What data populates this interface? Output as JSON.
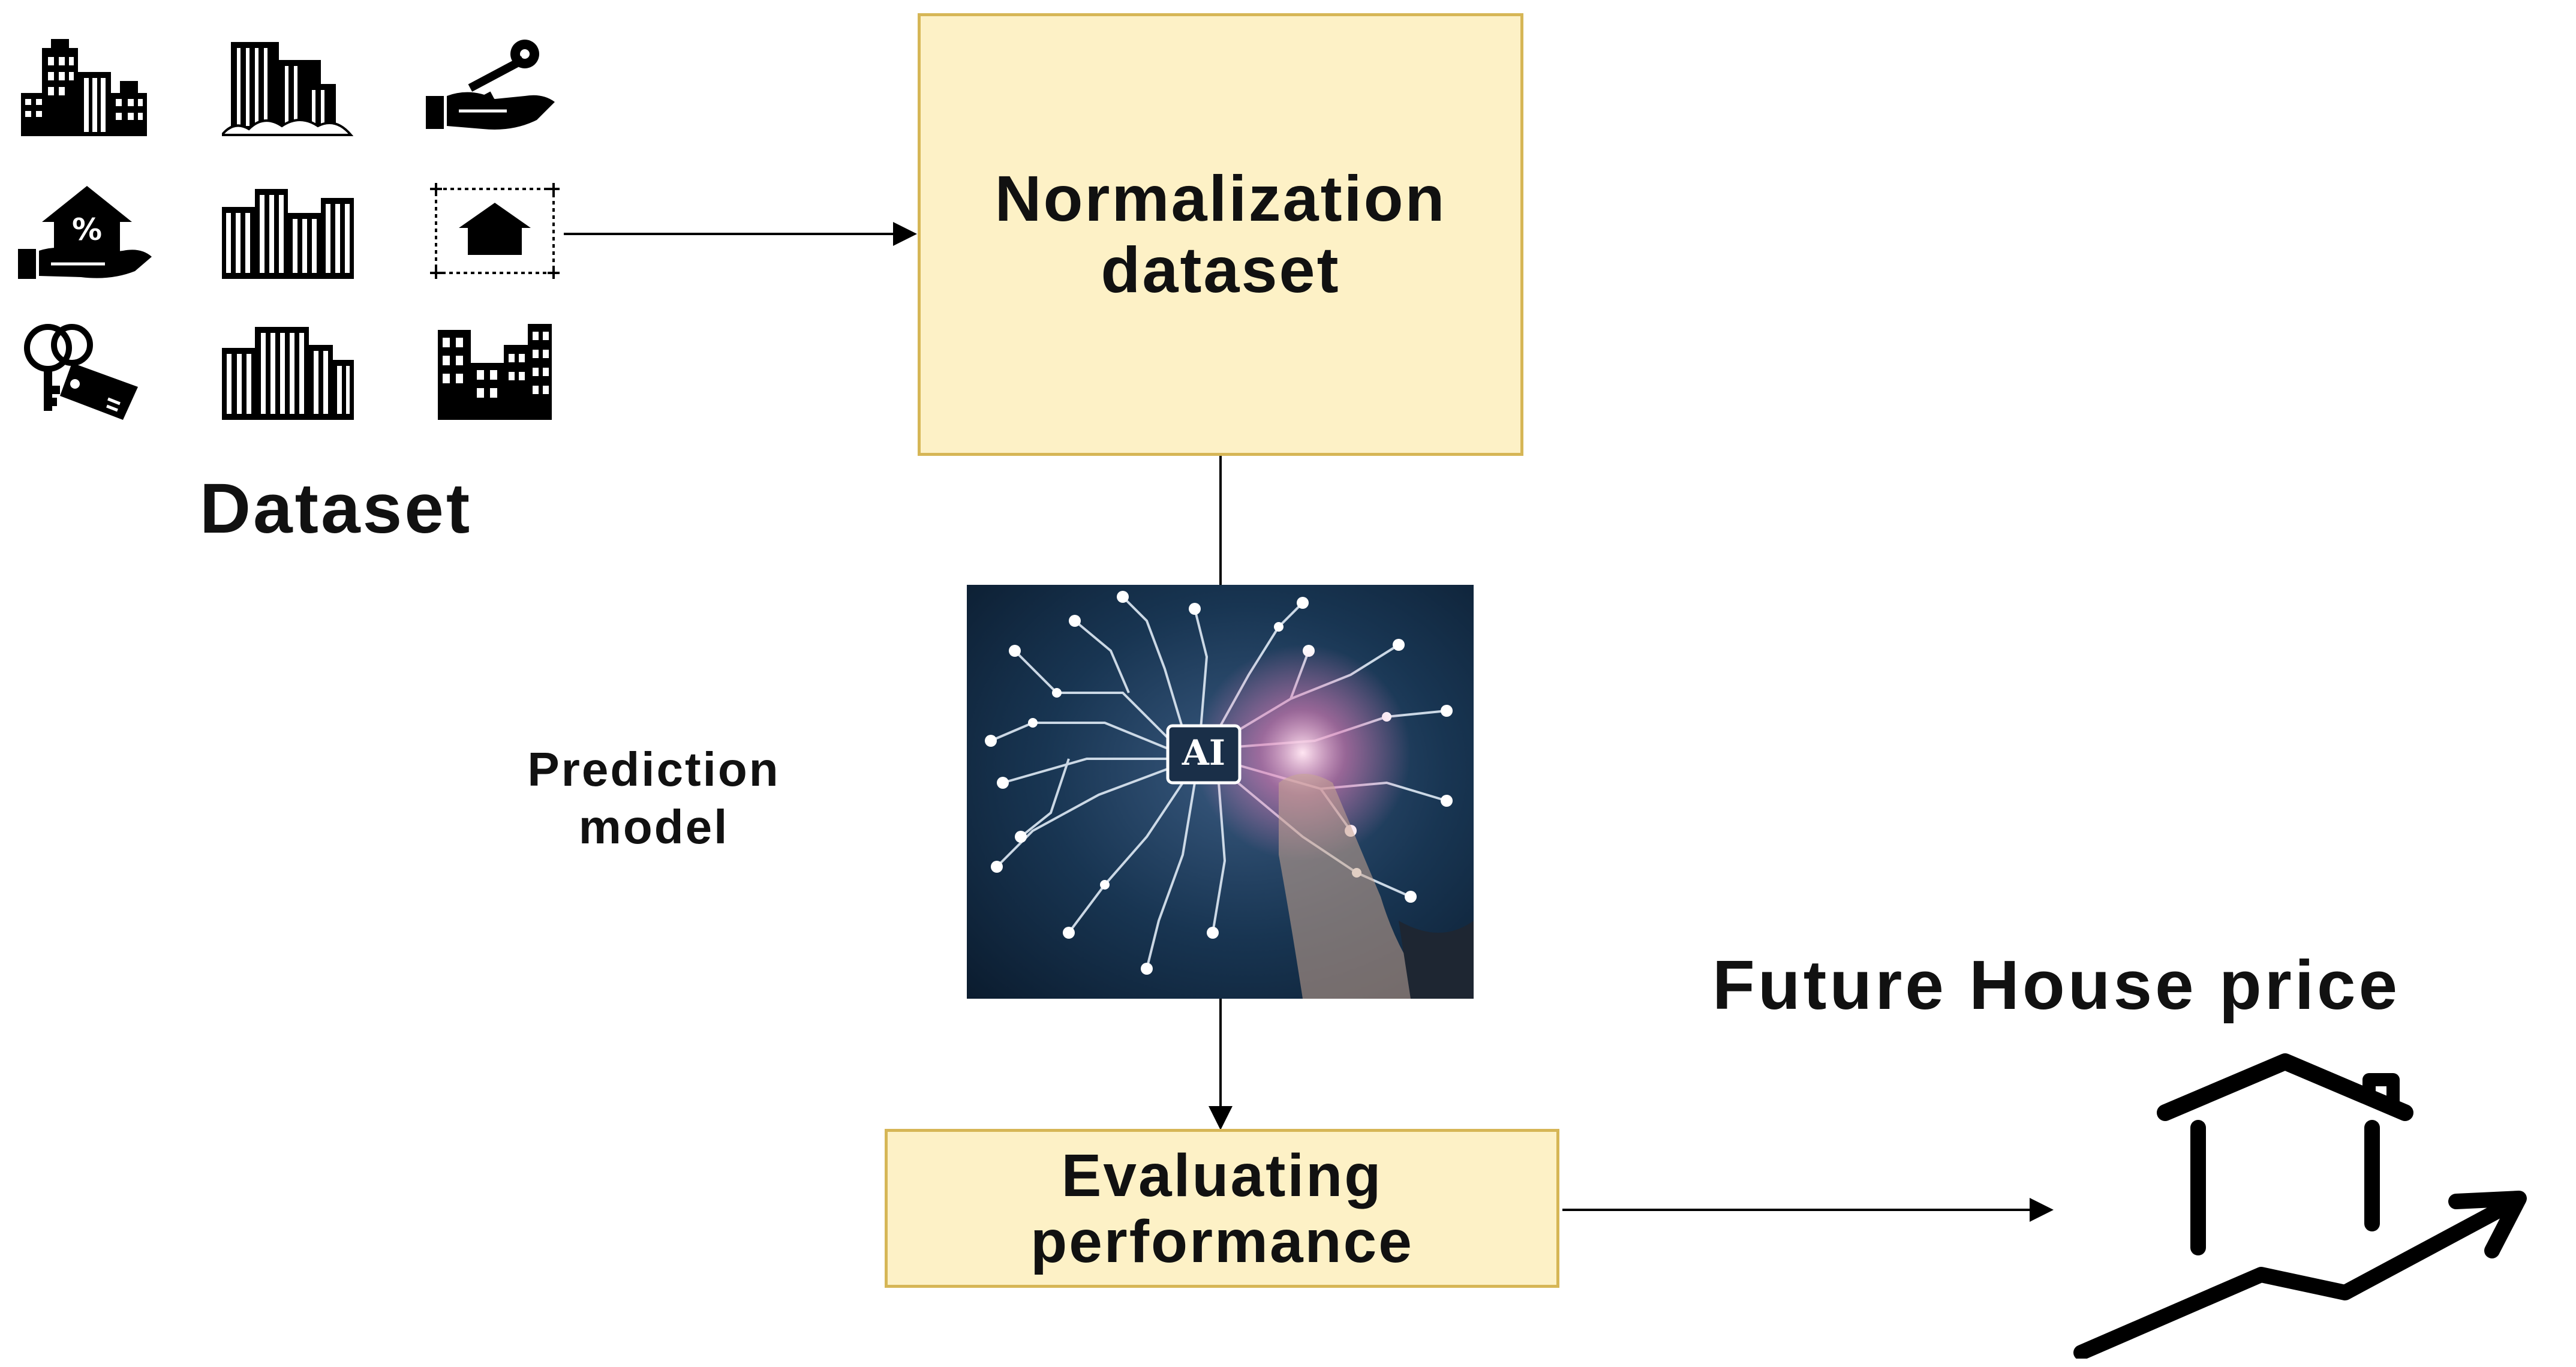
{
  "dataset": {
    "label": "Dataset",
    "icons": [
      "office-buildings-icon",
      "skyscraper-icon",
      "key-in-hand-icon",
      "house-percent-in-hand-icon",
      "apartment-block-icon",
      "house-floorplan-icon",
      "keys-with-tag-icon",
      "apartment-building-icon",
      "city-buildings-icon"
    ]
  },
  "normalization": {
    "label": "Normalization\ndataset"
  },
  "prediction": {
    "label": "Prediction\nmodel",
    "image_text": "AI"
  },
  "evaluation": {
    "label": "Evaluating\nperformance"
  },
  "output": {
    "label": "Future House price",
    "icon": "house-price-rising-icon"
  },
  "colors": {
    "box_fill": "#fdf1c6",
    "box_border": "#d6b656",
    "line": "#000000"
  }
}
